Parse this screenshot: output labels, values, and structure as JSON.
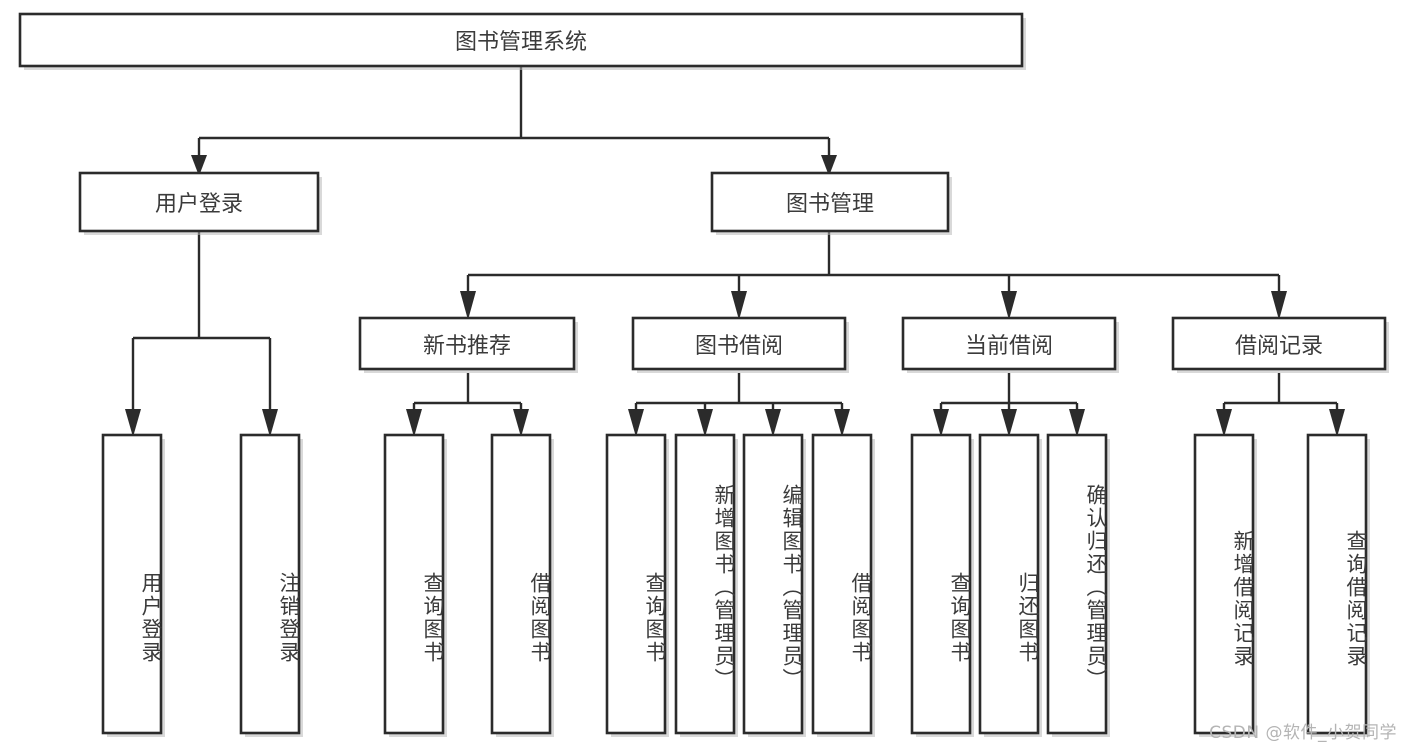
{
  "diagram": {
    "type": "tree-hierarchy-chart",
    "title": "图书管理系统",
    "orientation": "top-down",
    "colors": {
      "box_fill": "#ffffff",
      "box_stroke": "#2b2b2b",
      "connector": "#2b2b2b",
      "text": "#3b3b3b",
      "background": "#ffffff",
      "watermark": "#b4b4b4"
    },
    "root": {
      "label": "图书管理系统",
      "id": "root-system"
    },
    "level1": [
      {
        "id": "user-login",
        "label": "用户登录"
      },
      {
        "id": "book-management",
        "label": "图书管理"
      }
    ],
    "level2": [
      {
        "id": "new-book-recommend",
        "label": "新书推荐",
        "parent": "book-management"
      },
      {
        "id": "book-borrow",
        "label": "图书借阅",
        "parent": "book-management"
      },
      {
        "id": "current-borrow",
        "label": "当前借阅",
        "parent": "book-management"
      },
      {
        "id": "borrow-record",
        "label": "借阅记录",
        "parent": "book-management"
      }
    ],
    "leaves": [
      {
        "id": "leaf-user-login",
        "label": "用户登录",
        "parent": "user-login"
      },
      {
        "id": "leaf-user-logout",
        "label": "注销登录",
        "parent": "user-login"
      },
      {
        "id": "leaf-query-book-1",
        "label": "查询图书",
        "parent": "new-book-recommend"
      },
      {
        "id": "leaf-borrow-book-1",
        "label": "借阅图书",
        "parent": "new-book-recommend"
      },
      {
        "id": "leaf-query-book-2",
        "label": "查询图书",
        "parent": "book-borrow"
      },
      {
        "id": "leaf-add-book",
        "label": "新增图书（管理员）",
        "parent": "book-borrow"
      },
      {
        "id": "leaf-edit-book",
        "label": "编辑图书（管理员）",
        "parent": "book-borrow"
      },
      {
        "id": "leaf-borrow-book-2",
        "label": "借阅图书",
        "parent": "book-borrow"
      },
      {
        "id": "leaf-query-book-3",
        "label": "查询图书",
        "parent": "current-borrow"
      },
      {
        "id": "leaf-return-book",
        "label": "归还图书",
        "parent": "current-borrow"
      },
      {
        "id": "leaf-confirm-return",
        "label": "确认归还（管理员）",
        "parent": "current-borrow"
      },
      {
        "id": "leaf-add-record",
        "label": "新增借阅记录",
        "parent": "borrow-record"
      },
      {
        "id": "leaf-query-record",
        "label": "查询借阅记录",
        "parent": "borrow-record"
      }
    ],
    "watermark": "CSDN @软件_小贺同学"
  }
}
